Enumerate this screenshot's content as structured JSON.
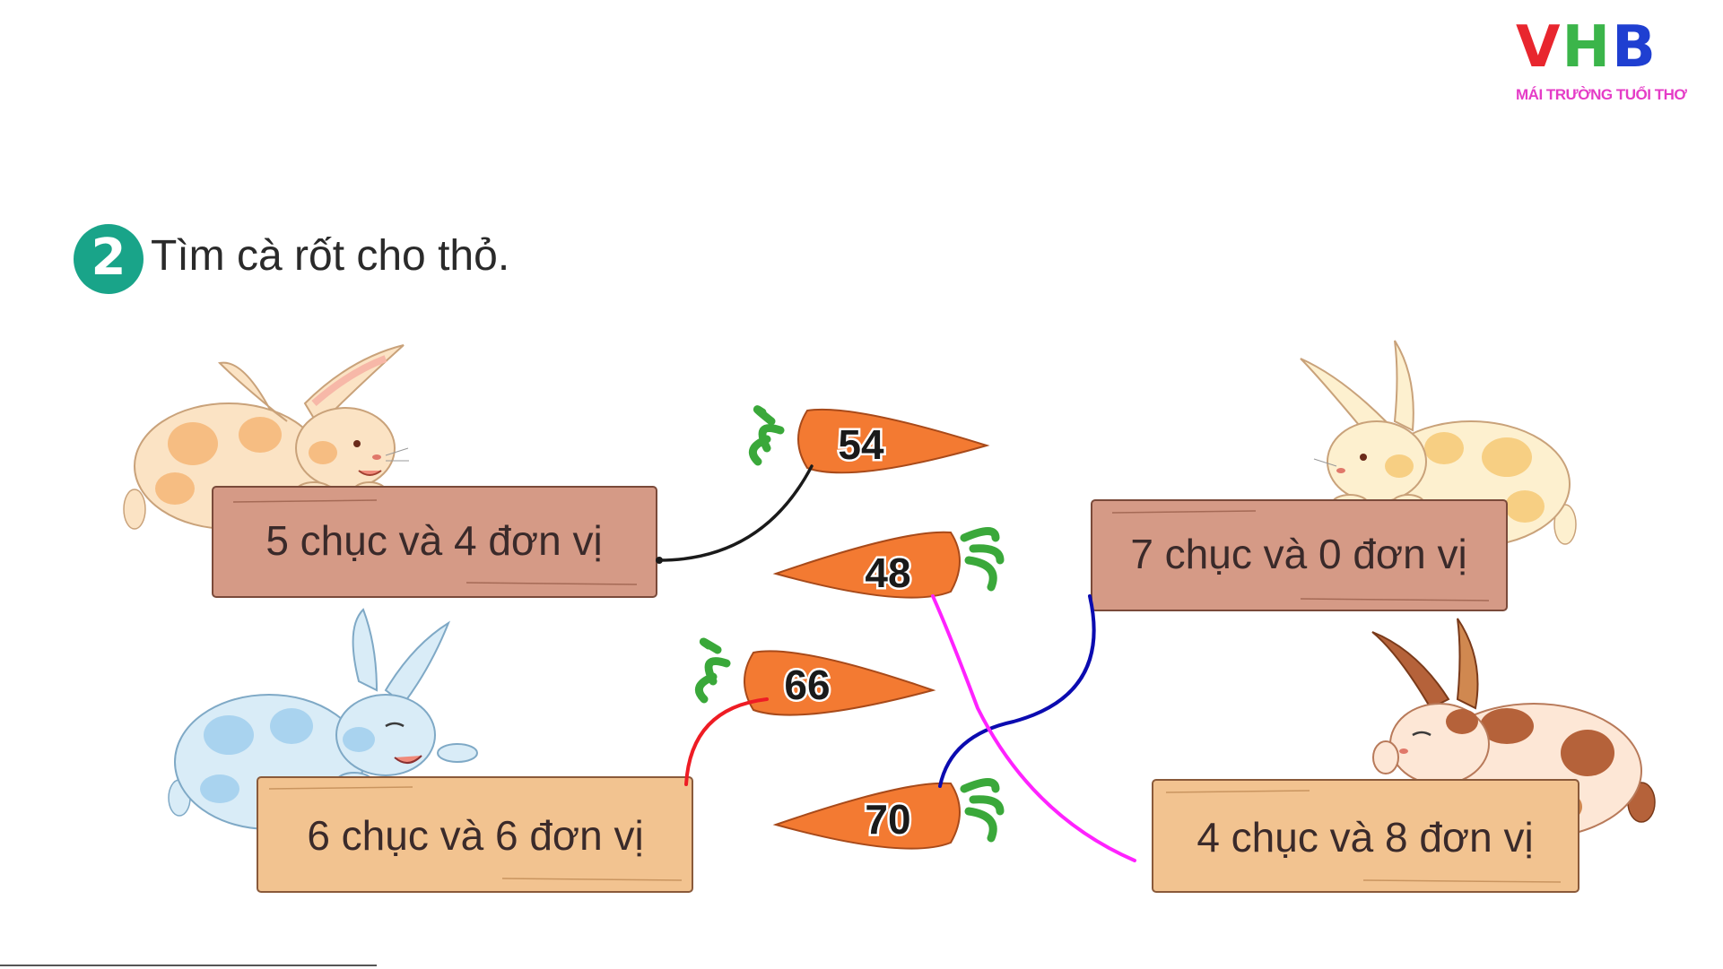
{
  "logo": {
    "brand_v": "V",
    "brand_h": "H",
    "brand_b": "B",
    "tagline": "MÁI TRƯỜNG TUỔI THƠ"
  },
  "task": {
    "number": "2",
    "title": "Tìm cà rốt cho thỏ."
  },
  "signs": [
    {
      "label": "5 chục và 4 đơn vị",
      "color": "#d59a86"
    },
    {
      "label": "6 chục và 6 đơn vị",
      "color": "#f2c390"
    },
    {
      "label": "7 chục và 0 đơn vị",
      "color": "#d59a86"
    },
    {
      "label": "4 chục và 8 đơn vị",
      "color": "#f2c390"
    }
  ],
  "carrots": [
    {
      "value": "54"
    },
    {
      "value": "48"
    },
    {
      "value": "66"
    },
    {
      "value": "70"
    }
  ],
  "connections": [
    {
      "sign": "5 chục và 4 đơn vị",
      "carrot": "54",
      "color": "#1a1a1a"
    },
    {
      "sign": "6 chục và 6 đơn vị",
      "carrot": "66",
      "color": "#ee1c24"
    },
    {
      "sign": "7 chục và 0 đơn vị",
      "carrot": "70",
      "color": "#0b0bb0"
    },
    {
      "sign": "4 chục và 8 đơn vị",
      "carrot": "48",
      "color": "#ff22ff"
    }
  ],
  "rabbits": [
    {
      "name": "orange-spotted-rabbit",
      "body": "#fbe3c4",
      "spots": "#f6bd82"
    },
    {
      "name": "blue-spotted-rabbit",
      "body": "#d9ecf7",
      "spots": "#a9d3ef"
    },
    {
      "name": "yellow-spotted-rabbit",
      "body": "#fdf0cf",
      "spots": "#f7cf83"
    },
    {
      "name": "brown-patched-rabbit",
      "body": "#fde7d6",
      "spots": "#b5623a"
    }
  ]
}
